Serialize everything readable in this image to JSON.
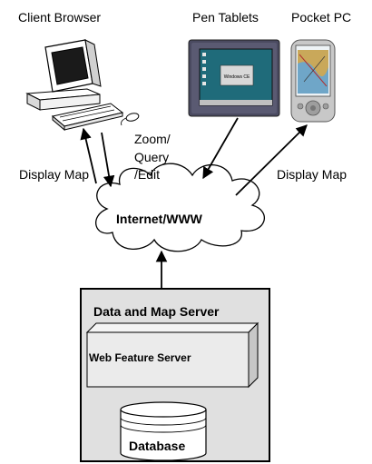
{
  "labels": {
    "client_browser": "Client Browser",
    "pen_tablets": "Pen Tablets",
    "pocket_pc": "Pocket PC",
    "display_map_left": "Display Map",
    "zoom_line1": "Zoom/",
    "zoom_line2": "Query",
    "zoom_line3": "/Edit",
    "display_map_right": "Display Map",
    "internet": "Internet/WWW",
    "server_title": "Data and Map Server",
    "web_feature_server": "Web Feature Server",
    "database": "Database",
    "tablet_screen_text": "Windows CE"
  },
  "icons": [
    "desktop-computer-icon",
    "pen-tablet-icon",
    "pocket-pc-icon",
    "cloud-icon",
    "database-icon"
  ],
  "colors": {
    "server_fill": "#e0e0e0",
    "feature_server_fill": "#ebebeb",
    "tablet_body": "#4a4a60",
    "tablet_screen": "#1f6b7a",
    "pda_screen": "#c9a85a"
  }
}
